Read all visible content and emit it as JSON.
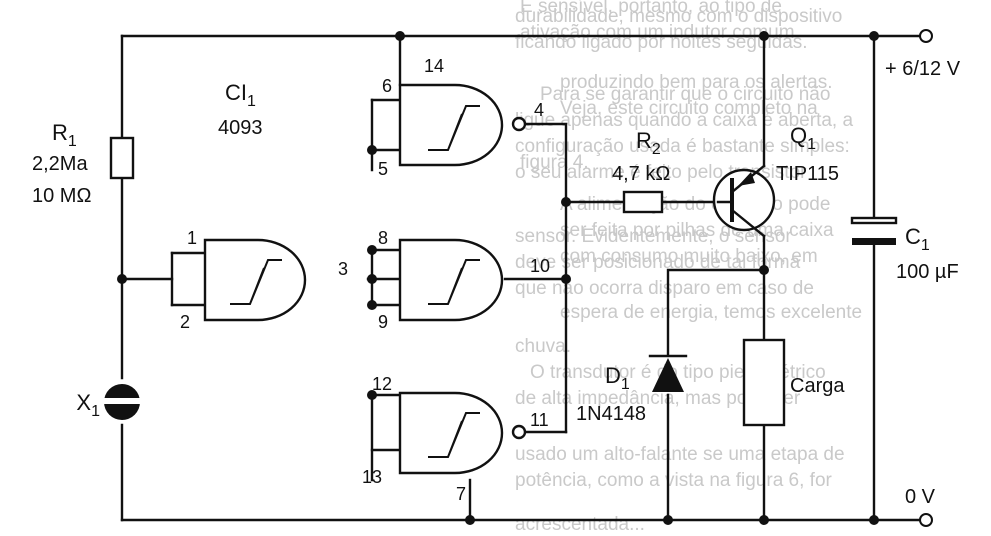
{
  "background_text": {
    "lines_top": [
      "durabilidade, mesmo com o dispositivo",
      "ficando ligado por noites seguidas.",
      "Para se garantir que o circuito não",
      "ligue apenas quando a caixa é aberta, a",
      "configuração usada é bastante simples:",
      "o seu alarme é feito pelo transistor",
      "sensor. Evidentemente, o sensor",
      "deve ser posicionado de tal forma",
      "que não ocorra disparo em caso de",
      "chuva."
    ],
    "lines_bottom": [
      "O transdutor é do tipo piezoelétrico",
      "de alta impedância, mas pode ser",
      "usado um alto-falante se uma etapa de",
      "potência, como a vista na figura 6, for",
      "acrescentada..."
    ],
    "left_lines": [
      "É sensível, portanto, ao tipo de",
      "ativação com um indutor comum",
      "produzindo bem para os alertas.",
      "Veja, este circuito completo na",
      "figura 4."
    ],
    "left_lines2": [
      "A alimentação do conjunto pode",
      "ser feita por pilhas de uma caixa",
      "com consumo muito baixo, em",
      "espera de energia, temos excelente"
    ]
  },
  "components": {
    "ic_name": "CI",
    "ic_sub": "1",
    "ic_model": "4093",
    "r1_name": "R",
    "r1_sub": "1",
    "r1_value1": "2,2Ma",
    "r1_value2": "10 MΩ",
    "r2_name": "R",
    "r2_sub": "2",
    "r2_value": "4,7 kΩ",
    "q1_name": "Q",
    "q1_sub": "1",
    "q1_model": "TIP115",
    "d1_name": "D",
    "d1_sub": "1",
    "d1_model": "1N4148",
    "c1_name": "C",
    "c1_sub": "1",
    "c1_value": "100 µF",
    "x1_name": "X",
    "x1_sub": "1",
    "load_label": "Carga",
    "supply_label": "+ 6/12 V",
    "ground_label": "0 V"
  },
  "pins": {
    "p1": "1",
    "p2": "2",
    "p3": "3",
    "p4": "4",
    "p5": "5",
    "p6": "6",
    "p7": "7",
    "p8": "8",
    "p9": "9",
    "p10": "10",
    "p11": "11",
    "p12": "12",
    "p13": "13",
    "p14": "14"
  }
}
